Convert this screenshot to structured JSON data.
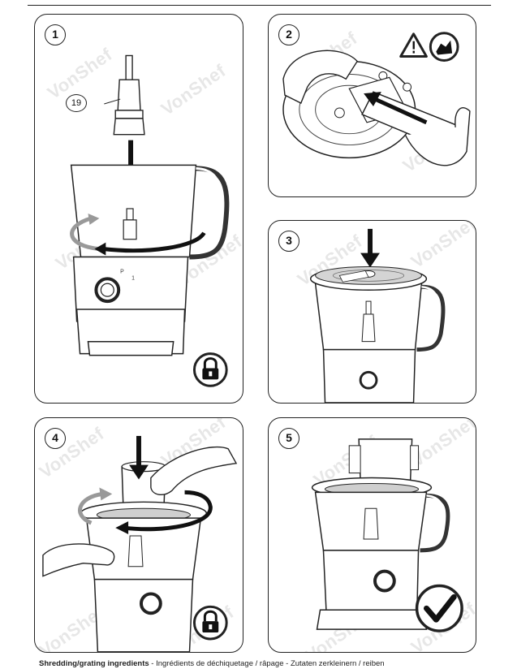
{
  "steps": [
    {
      "number": "1",
      "part_callout": "19",
      "status_icon": "lock-icon"
    },
    {
      "number": "2",
      "status_icon": "warning-sharp-icon"
    },
    {
      "number": "3"
    },
    {
      "number": "4",
      "status_icon": "lock-icon"
    },
    {
      "number": "5",
      "status_icon": "checkmark-icon"
    }
  ],
  "watermark": "VonShef",
  "caption": {
    "title": "Shredding/grating ingredients",
    "translations": " - Ingrédients de déchiquetage / râpage - Zutaten zerkleinern / reiben"
  }
}
